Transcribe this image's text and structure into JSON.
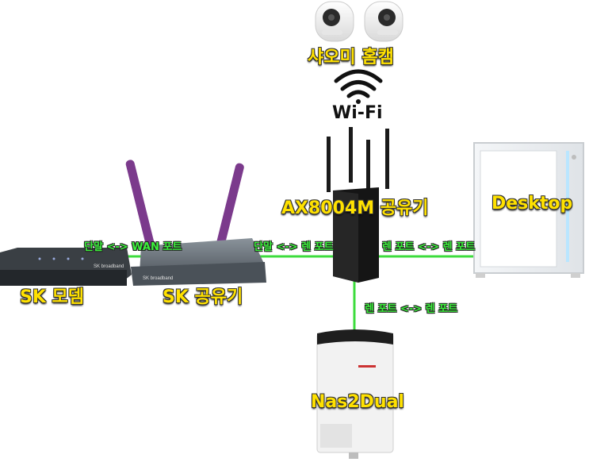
{
  "devices": {
    "cameras": "샤오미 홈캠",
    "wifi": "Wi-Fi",
    "router_main": "AX8004M 공유기",
    "desktop": "Desktop",
    "modem": "SK 모뎀",
    "sk_router": "SK 공유기",
    "nas": "Nas2Dual",
    "modem_brand": "SK broadband",
    "sk_router_brand": "SK broadband"
  },
  "links": {
    "modem_to_sk": "단말 <-> WAN 포트",
    "sk_to_ax": "단말 <-> 렌 포트",
    "ax_to_desktop": "렌 포트 <-> 렌 포트",
    "ax_to_nas": "렌 포트 <-> 렌 포트"
  },
  "colors": {
    "link_line": "#3cdc3c",
    "label_device": "#ffe100",
    "label_link": "#3cf23c",
    "antenna_purple": "#7b3a8c"
  }
}
